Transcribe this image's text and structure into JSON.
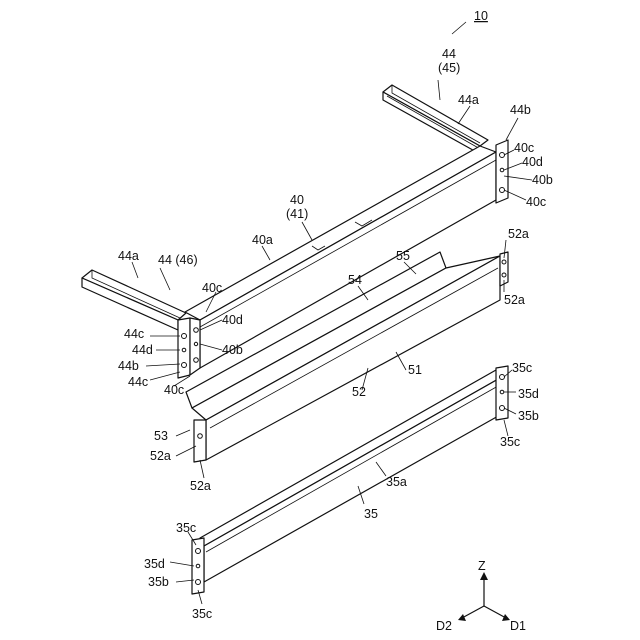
{
  "figure": {
    "ref": "10",
    "labels": {
      "frame_44_45": "44",
      "frame_44_45_paren": "(45)",
      "frame_44_46": "44 (46)",
      "beam_40": "40",
      "beam_40_paren": "(41)",
      "l44a_right": "44a",
      "l44b_right": "44b",
      "l40c_r1": "40c",
      "l40d_r": "40d",
      "l40b_r": "40b",
      "l40c_r2": "40c",
      "l44a_left": "44a",
      "l40a": "40a",
      "l40c_l1": "40c",
      "l40d_l": "40d",
      "l40b_l": "40b",
      "l40c_l2": "40c",
      "l44c_l1": "44c",
      "l44d_l": "44d",
      "l44b_l": "44b",
      "l44c_l2": "44c",
      "l52a_1": "52a",
      "l52a_2": "52a",
      "l52a_3": "52a",
      "l52a_4": "52a",
      "l55": "55",
      "l54": "54",
      "l51": "51",
      "l52": "52",
      "l53": "53",
      "l35c_r1": "35c",
      "l35d_r": "35d",
      "l35b_r": "35b",
      "l35c_r2": "35c",
      "l35a": "35a",
      "l35": "35",
      "l35c_l1": "35c",
      "l35d_l": "35d",
      "l35b_l": "35b",
      "l35c_l2": "35c"
    },
    "axes": {
      "z": "Z",
      "d1": "D1",
      "d2": "D2"
    }
  }
}
